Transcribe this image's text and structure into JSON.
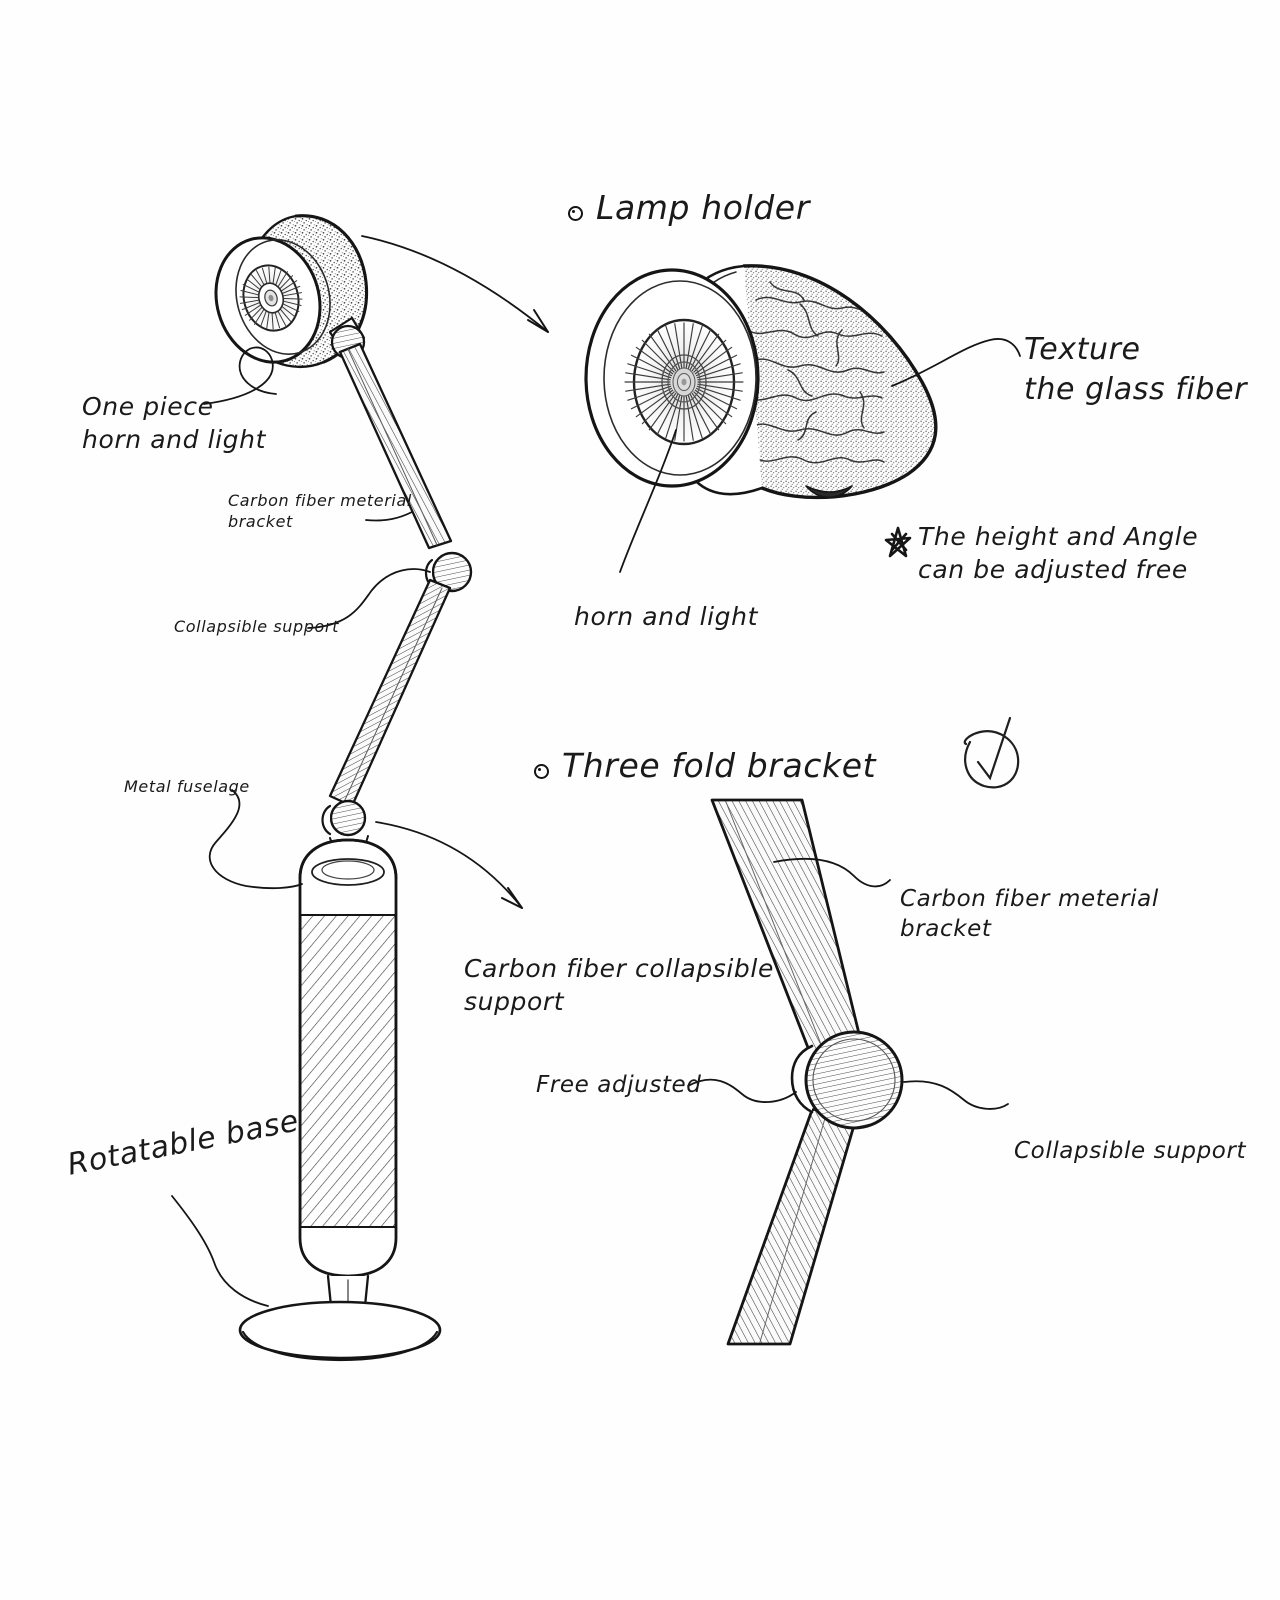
{
  "sheet": {
    "title": "Lamp design concept sketch",
    "paper_color": "#fefefe",
    "ink_color": "#1a1a1a"
  },
  "headings": [
    {
      "id": "lamp-holder",
      "text": "Lamp holder",
      "bullet": "filled-dot"
    },
    {
      "id": "three-fold-bracket",
      "text": "Three fold bracket",
      "bullet": "filled-dot"
    }
  ],
  "annotations": {
    "one_piece_horn_and_light": "One piece\nhorn and light",
    "carbon_fiber_material_bracket_left": "Carbon fiber meterial\nbracket",
    "collapsible_support_left": "Collapsible support",
    "metal_fuselage": "Metal fuselage",
    "rotatable_base": "Rotatable base",
    "carbon_fiber_collapsible_support": "Carbon fiber collapsible\nsupport",
    "texture_the_glass_fiber": "Texture\nthe glass fiber",
    "horn_and_light": "horn and light",
    "height_and_angle": "The height and Angle\ncan be adjusted free",
    "carbon_fiber_material_bracket_right": "Carbon fiber meterial\nbracket",
    "free_adjusted": "Free adjusted",
    "collapsible_support_right": "Collapsible support"
  },
  "marks": {
    "star_bullet": "star-icon",
    "check_mark": "circled-check-icon"
  },
  "drawings": [
    {
      "id": "full-lamp-assembly",
      "label": "full lamp assembly side view"
    },
    {
      "id": "lamp-head-detail",
      "label": "lamp head cutaway detail"
    },
    {
      "id": "bracket-joint-detail",
      "label": "three fold bracket joint detail"
    }
  ]
}
